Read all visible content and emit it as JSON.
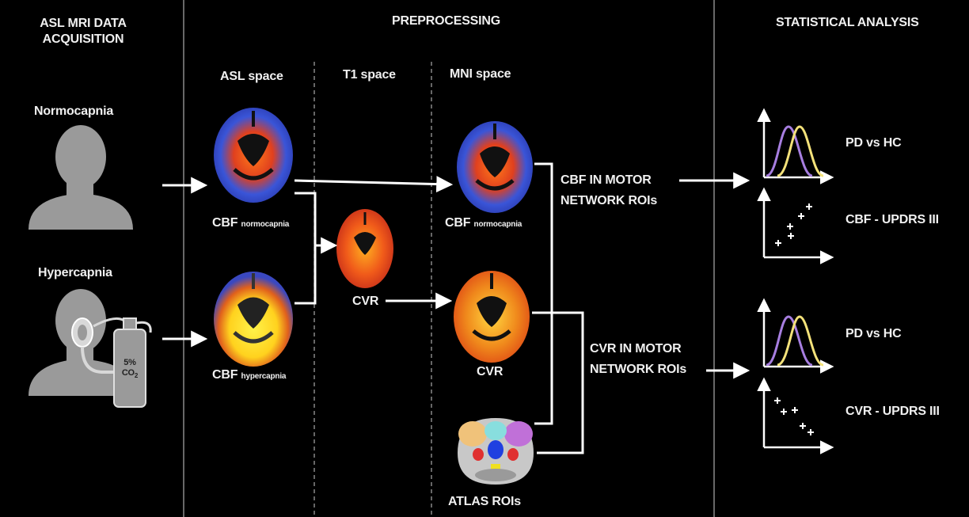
{
  "headers": {
    "acquisition": [
      "ASL MRI DATA",
      "ACQUISITION"
    ],
    "preprocessing": "PREPROCESSING",
    "statistical": "STATISTICAL ANALYSIS"
  },
  "spaces": {
    "asl": "ASL space",
    "t1": "T1 space",
    "mni": "MNI space"
  },
  "conditions": {
    "normocapnia": "Normocapnia",
    "hypercapnia": "Hypercapnia"
  },
  "tank": {
    "line1": "5%",
    "line2": "CO",
    "sub": "2"
  },
  "brain_labels": {
    "cbf_normo_asl": {
      "main": "CBF",
      "sub": "normocapnia"
    },
    "cbf_hyper_asl": {
      "main": "CBF",
      "sub": "hypercapnia"
    },
    "cvr_t1": "CVR",
    "cbf_normo_mni": {
      "main": "CBF",
      "sub": "normocapnia"
    },
    "cvr_mni": "CVR",
    "atlas": "ATLAS ROIs"
  },
  "roi_labels": {
    "cbf": [
      "CBF IN MOTOR",
      "NETWORK  ROIs"
    ],
    "cvr": [
      "CVR IN MOTOR",
      "NETWORK ROIs"
    ]
  },
  "analysis": {
    "cbf_group": "PD vs HC",
    "cbf_corr": "CBF - UPDRS III",
    "cvr_group": "PD vs HC",
    "cvr_corr": "CVR - UPDRS III"
  },
  "colors": {
    "background": "#000000",
    "silhouette": "#9a9a9a",
    "curve_purple": "#a77ee0",
    "curve_yellow": "#f4e27a",
    "text": "#f0f0f0"
  }
}
